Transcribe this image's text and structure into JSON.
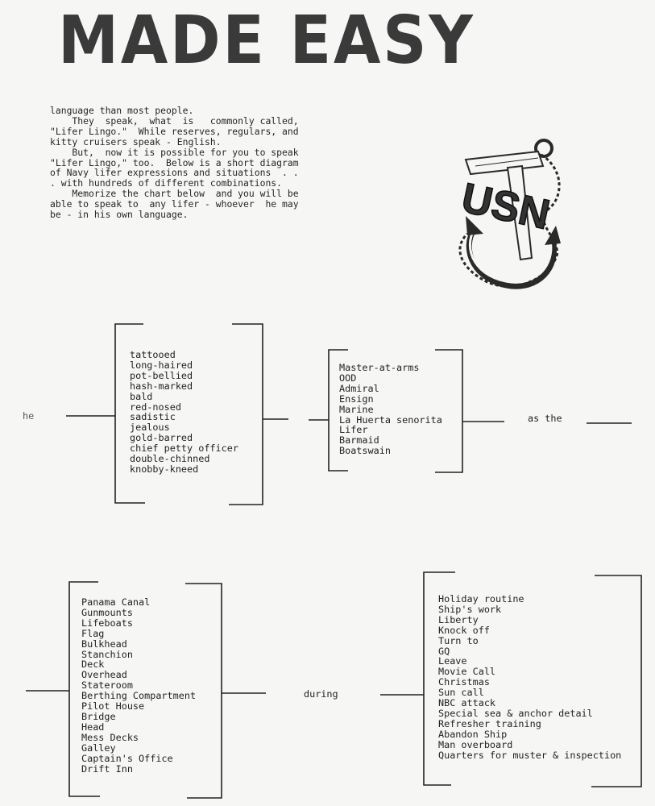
{
  "title": "MADE EASY",
  "intro": [
    "language than most people.",
    "    They  speak,  what  is   commonly called,",
    "\"Lifer Lingo.\"  While reserves, regulars, and",
    "kitty cruisers speak - English.",
    "    But,  now it is possible for you to speak",
    "\"Lifer Lingo,\" too.  Below is a short diagram",
    "of Navy lifer expressions and situations  . .",
    ". with hundreds of different combinations.",
    "    Memorize the chart below  and you will be",
    "able to speak to  any lifer - whoever  he may",
    "be - in his own language."
  ],
  "logo": {
    "text": "USN"
  },
  "row1": {
    "lead_fragment": "he",
    "adjectives": [
      "tattooed",
      "long-haired",
      "pot-bellied",
      "hash-marked",
      "bald",
      "red-nosed",
      "sadistic",
      "jealous",
      "gold-barred",
      "chief petty officer",
      "double-chinned",
      "knobby-kneed"
    ],
    "persons": [
      "Master-at-arms",
      "OOD",
      "Admiral",
      "Ensign",
      "Marine",
      "La Huerta senorita",
      "Lifer",
      "Barmaid",
      "Boatswain"
    ],
    "connector": "as the"
  },
  "row2": {
    "places": [
      "Panama Canal",
      "Gunmounts",
      "Lifeboats",
      "Flag",
      "Bulkhead",
      "Stanchion",
      "Deck",
      "Overhead",
      "Stateroom",
      "Berthing Compartment",
      "Pilot House",
      "Bridge",
      "Head",
      "Mess Decks",
      "Galley",
      "Captain's Office",
      "Drift Inn"
    ],
    "connector": "during",
    "events": [
      "Holiday routine",
      "Ship's work",
      "Liberty",
      "Knock off",
      "Turn to",
      "GQ",
      "Leave",
      "Movie Call",
      "Christmas",
      "Sun call",
      "NBC attack",
      "Special sea & anchor detail",
      "Refresher training",
      "Abandon Ship",
      "Man overboard",
      "Quarters for muster & inspection"
    ]
  },
  "colors": {
    "ink": "#1c1c1c",
    "paper": "#f6f6f4",
    "title": "#3a3a3a"
  },
  "icons": [
    "anchor-icon"
  ]
}
